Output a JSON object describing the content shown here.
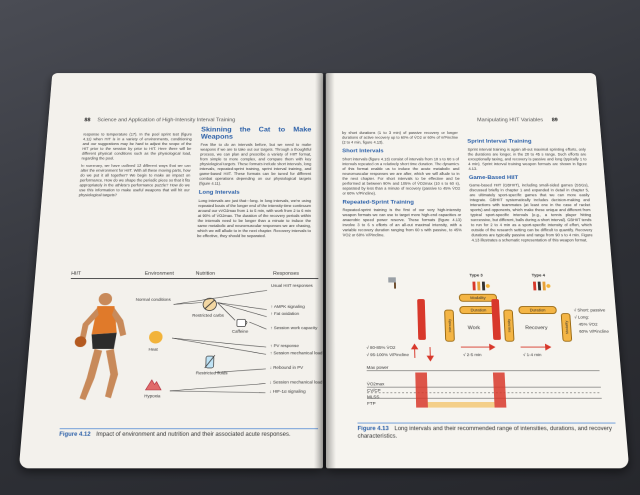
{
  "left_page": {
    "page_number": "88",
    "running_head": "Science and Application of High-Intensity Interval Training",
    "col1_paragraphs": [
      "response to temperature (17). In the pool sprint test (figure 4.11) when HIT is in a variety of environments, conditioning and our suggestions may be hard to adjust the scope of the HIT prior to the session by prior to HIT. Here there will be different physical conditions such as the physiological load, regarding the pool.",
      "In summary, we have outlined 12 different ways that we can alter the environment for HIIT. With all these moving parts, how do we put it all together? We begin to make an impact on performance. How do we shape the periodic piece so that it fits appropriately in the athlete's performance puzzle? How do we use this information to make useful weapons that will hit our physiological targets?"
    ],
    "sidebar": {
      "title": "Skinning the Cat to Make Weapons",
      "paragraphs": [
        "Few like to do an intervals before, but we need to make weapons if we are to take out our targets. Through a thoughtful process, we can plan and prescribe a variety of HIIT format, from simple to more complex, and compare them with key physiological targets. These formats include short intervals, long intervals, repeated-sprint training, sprint interval training, and game-based HIIT. These formats can be tuned for different combat operations depending on our physiological targets (figure 4.11)."
      ],
      "heading2": "Long Intervals",
      "paragraphs2": [
        "Long intervals are just that—long. In long intervals, we're using repeated bouts of the longer end of the intensity-time continuum around our vVO2max from 1 to 5 min, with work from 2 to 6 min at 90% of V̇O2max. The duration of the recovery periods within the intervals need to be longer than a minute to induce the same metabolic and neuromuscular responses we are chasing, which we will allude to in the next chapter. Recovery intervals to be effective, they should be separated."
      ]
    },
    "figure": {
      "col_headers": [
        "HIIT",
        "Environment",
        "Nutrition",
        "Responses"
      ],
      "environment_items": [
        "Normal conditions",
        "Heat",
        "Hypoxia"
      ],
      "nutrition_items": [
        "Restricted carbs",
        "Caffeine",
        "Restricted fluids"
      ],
      "responses": [
        "Usual HIIT responses",
        "↑ AMPK signaling",
        "↑ Fat oxidation",
        "↑ Session work capacity",
        "↑ PV response",
        "↑ Session mechanical load",
        "↓ Rebound in PV",
        "↓ Session mechanical load",
        "↓ HIF-1α signaling"
      ],
      "caption_number": "Figure 4.12",
      "caption_text": "Impact of environment and nutrition and their associated acute responses."
    }
  },
  "right_page": {
    "page_number": "89",
    "running_head": "Manipulating HIIT Variables",
    "col1_paragraphs": [
      "by short durations (1 to 3 min) of passive recovery or longer durations of active recovery up to 60% of V̇O2 or 60% of V/Pincline (2 to 4 min, figure 4.13)."
    ],
    "heading_short": "Short Intervals",
    "short_paragraph": "Short intervals (figure 4.13) consist of intervals from 10 s to 60 s of intervals repeated on a relatively short time duration. The dynamics of this format enable us to induce the acute metabolic and neuromuscular responses we are after, which we will allude to in the next chapter. For short intervals to be effective and be performed at between 90% and 105% of V̇O2max (10 s to 60 s), separated by less than a minute of recovery (passive to 45% V̇O2 or 60% V/Pincline).",
    "heading_rst": "Repeated-Sprint Training",
    "rst_paragraph": "Repeated-sprint training is the first of our very high-intensity weapon formats we can use to target more high-end capacities or anaerobic speed power reserve. These formats (figure 4.13) involve 3 to 6 s efforts of an all-out maximal intensity, with a variable recovery duration ranging from 60 s with passive, to 45% V̇O2 or 60% V/Pincline.",
    "heading_sit": "Sprint Interval Training",
    "sit_paragraph": "Sprint interval training is again all-out maximal sprinting efforts, only the durations are longer, in the 20 to 45 s range. Such efforts are exceptionally taxing, and recovery is passive and long (typically 1 to 4 min). Sprint interval training weapon formats are shown in figure 4.13.",
    "heading_gb": "Game-Based HIIT",
    "gb_paragraph": "Game-based HIIT (GBHIIT), including small-sided games (SSGs), discussed briefly in chapter 1 and expanded in detail in chapter 5, are ultimately sport-specific games that we can more easily integrate. GBHIIT systematically includes decision-making and interactions with teammates (at least one in the case of racket sports) and opponents, which make these unique and different from typical sport-specific intervals (e.g., a tennis player hitting successive, but different, balls during a short interval). GBHIIT tends to run for 2 to 4 min as a sport-specific intensity of effort, which outside of the research setting can be difficult to quantify. Recovery durations are typically passive and range from 90 s to 4 min. Figure 4.13 illustrates a schematic representation of this weapon format.",
    "figure": {
      "type_labels": [
        "Type 3",
        "Type 4"
      ],
      "pills": [
        "Modality",
        "Duration",
        "Duration",
        "Intensity",
        "Intensity",
        "Modality"
      ],
      "section_labels": [
        "Work",
        "Recovery"
      ],
      "legend_left": [
        "√ 80-85% V̇O2",
        "√ 95-100% V/Pincline"
      ],
      "times": [
        "√ 2-5 min",
        "√ 1-4 min"
      ],
      "recovery_notes": [
        "√ Short: passive",
        "√ Long:",
        "45% V̇O2",
        "60% V/Pincline"
      ],
      "max_power_label": "Max power",
      "axis_labels": [
        "V̇O2max",
        "CV/CP",
        "MLSS",
        "FTP"
      ],
      "caption_number": "Figure 4.13",
      "caption_text": "Long intervals and their recommended range of intensities, durations, and recovery characteristics."
    }
  }
}
